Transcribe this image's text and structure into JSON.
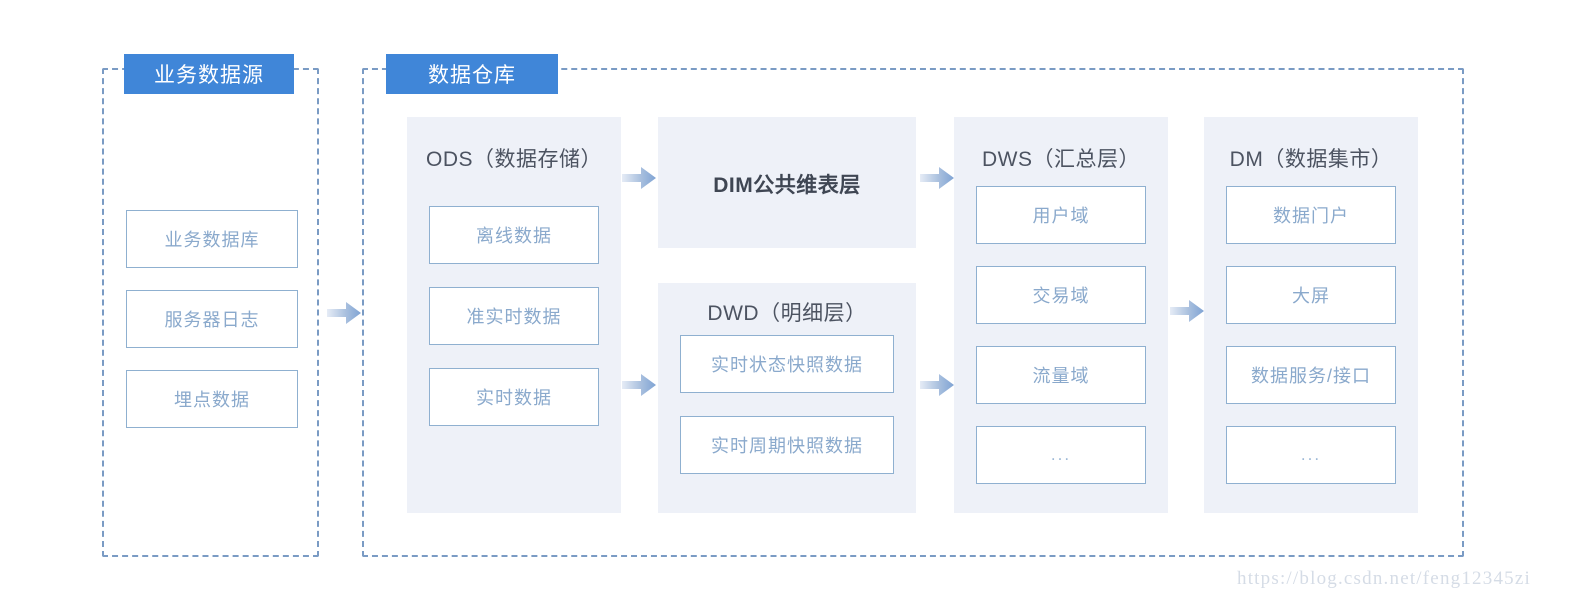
{
  "groups": {
    "source": {
      "badge_label": "业务数据源"
    },
    "warehouse": {
      "badge_label": "数据仓库"
    }
  },
  "source_items": [
    {
      "label": "业务数据库"
    },
    {
      "label": "服务器日志"
    },
    {
      "label": "埋点数据"
    }
  ],
  "layers": {
    "ods": {
      "title": "ODS（数据存储）",
      "items": [
        {
          "label": "离线数据"
        },
        {
          "label": "准实时数据"
        },
        {
          "label": "实时数据"
        }
      ]
    },
    "dim": {
      "title": "DIM公共维表层"
    },
    "dwd": {
      "title": "DWD（明细层）",
      "items": [
        {
          "label": "实时状态快照数据"
        },
        {
          "label": "实时周期快照数据"
        }
      ]
    },
    "dws": {
      "title": "DWS（汇总层）",
      "items": [
        {
          "label": "用户域"
        },
        {
          "label": "交易域"
        },
        {
          "label": "流量域"
        },
        {
          "label": "..."
        }
      ]
    },
    "dm": {
      "title": "DM（数据集市）",
      "items": [
        {
          "label": "数据门户"
        },
        {
          "label": "大屏"
        },
        {
          "label": "数据服务/接口"
        },
        {
          "label": "..."
        }
      ]
    }
  },
  "arrows": [
    {
      "name": "source-to-ods",
      "icon": "arrow-right-icon"
    },
    {
      "name": "ods-to-dim",
      "icon": "arrow-right-icon"
    },
    {
      "name": "ods-to-dwd",
      "icon": "arrow-right-icon"
    },
    {
      "name": "dim-to-dws",
      "icon": "arrow-right-icon"
    },
    {
      "name": "dwd-to-dws",
      "icon": "arrow-right-icon"
    },
    {
      "name": "dws-to-dm",
      "icon": "arrow-right-icon"
    }
  ],
  "watermark": {
    "text": "https://blog.csdn.net/feng12345zi"
  },
  "colors": {
    "badge_blue": "#4086d8",
    "panel_bg": "#eef1f8",
    "box_border": "#8fb0d0",
    "box_text": "#8aa9cc",
    "dashed_border": "#7a9bc4",
    "title_text": "#4c5361",
    "arrow_blue": "#7fa3d4",
    "watermark_gray": "#d5dce6"
  }
}
